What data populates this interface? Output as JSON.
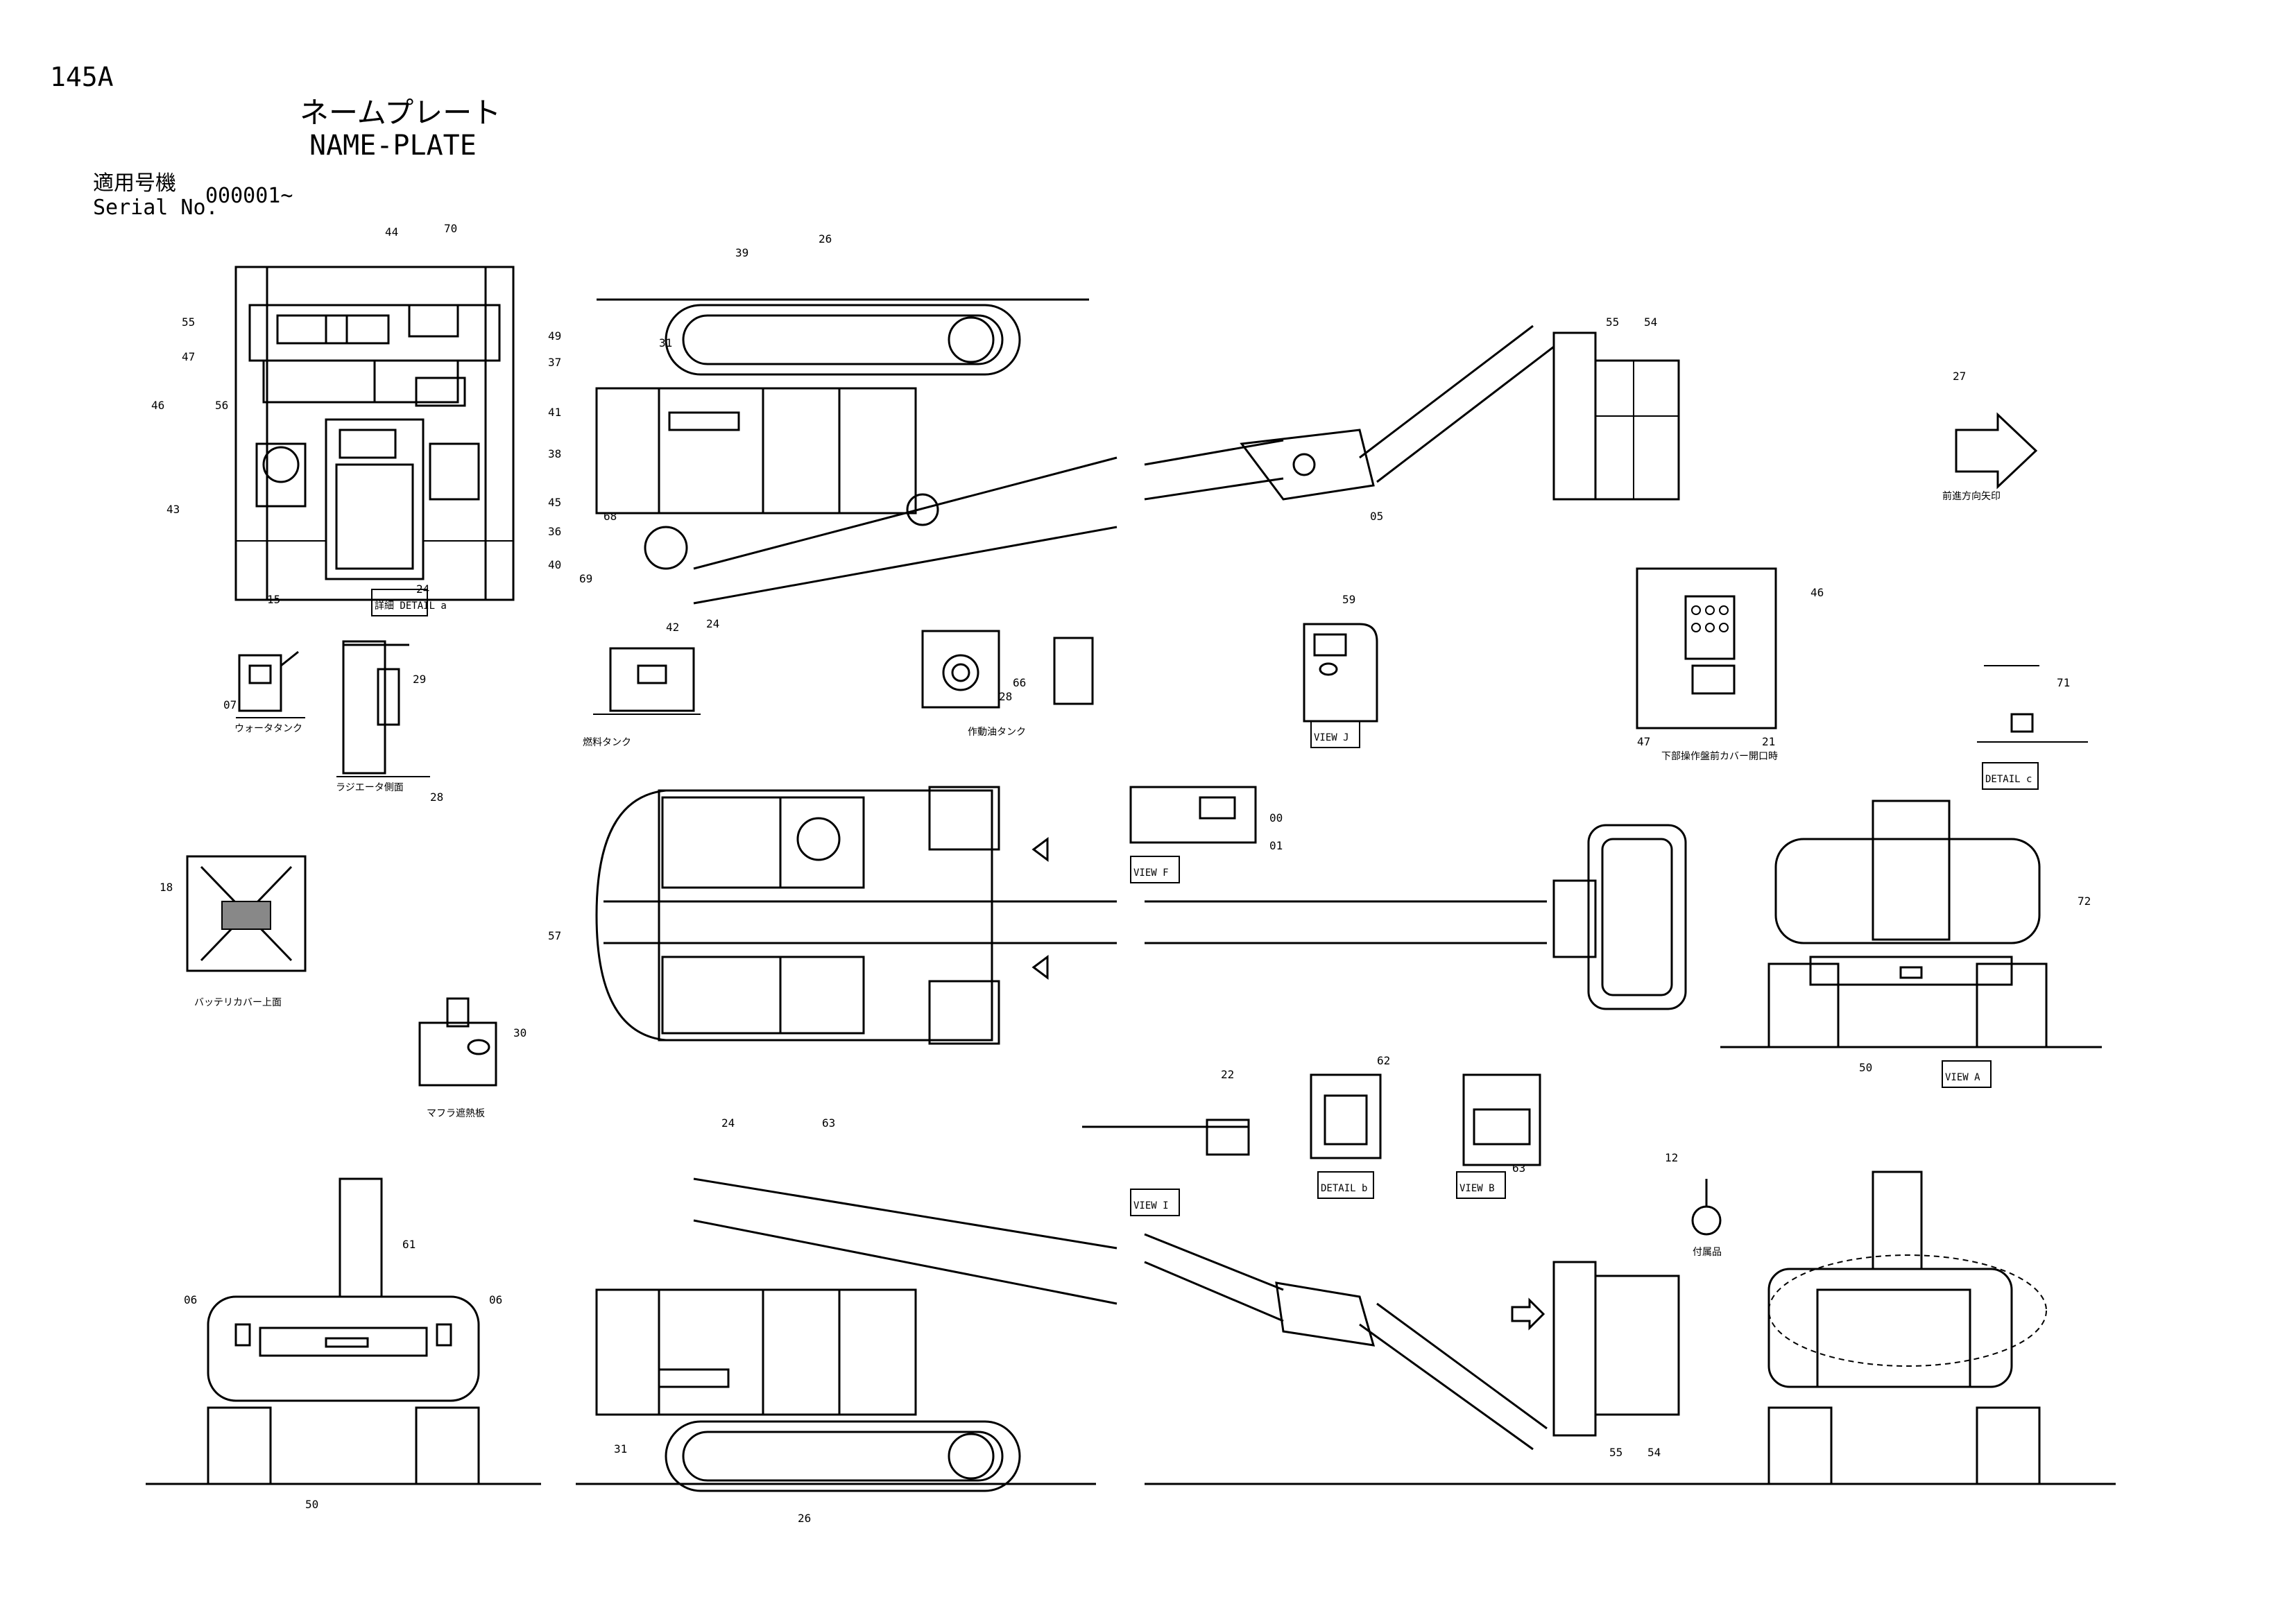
{
  "header": {
    "page_code": "145A",
    "title_jp": "ネームプレート",
    "title_en": "NAME-PLATE",
    "serial_label_jp": "適用号機",
    "serial_label_en": "Serial No.",
    "serial_value": "000001~"
  },
  "captions": {
    "detail_a": "詳細 DETAIL a",
    "water_tank": "ウォータタンク",
    "radiator_side": "ラジエータ側面",
    "fuel_tank": "燃料タンク",
    "hydraulic_tank": "作動油タンク",
    "battery_cover": "バッテリカバー上面",
    "muffler": "マフラ遮熱板",
    "lower_cover": "下部操作盤前カバー開口時",
    "forward_arrow": "前進方向矢印",
    "view_j": "VIEW J",
    "view_f": "VIEW F",
    "view_i": "VIEW I",
    "view_b": "VIEW B",
    "view_a": "VIEW A",
    "detail_b": "DETAIL b",
    "detail_c": "DETAIL c",
    "accessory": "付属品"
  },
  "callouts": [
    {
      "id": "c70",
      "label": "70"
    },
    {
      "id": "c44",
      "label": "44"
    },
    {
      "id": "c55a",
      "label": "55"
    },
    {
      "id": "c47a",
      "label": "47"
    },
    {
      "id": "c46a",
      "label": "46"
    },
    {
      "id": "c56",
      "label": "56"
    },
    {
      "id": "c49",
      "label": "49"
    },
    {
      "id": "c37",
      "label": "37"
    },
    {
      "id": "c41",
      "label": "41"
    },
    {
      "id": "c38",
      "label": "38"
    },
    {
      "id": "c45",
      "label": "45"
    },
    {
      "id": "c36",
      "label": "36"
    },
    {
      "id": "c40",
      "label": "40"
    },
    {
      "id": "c69",
      "label": "69"
    },
    {
      "id": "c24a",
      "label": "24"
    },
    {
      "id": "c43",
      "label": "43"
    },
    {
      "id": "c15",
      "label": "15"
    },
    {
      "id": "c39",
      "label": "39"
    },
    {
      "id": "c26a",
      "label": "26"
    },
    {
      "id": "c31a",
      "label": "31"
    },
    {
      "id": "c68",
      "label": "68"
    },
    {
      "id": "c24b",
      "label": "24"
    },
    {
      "id": "c55b",
      "label": "55"
    },
    {
      "id": "c54a",
      "label": "54"
    },
    {
      "id": "c05",
      "label": "05"
    },
    {
      "id": "c27",
      "label": "27"
    },
    {
      "id": "c07",
      "label": "07"
    },
    {
      "id": "c29",
      "label": "29"
    },
    {
      "id": "c28a",
      "label": "28"
    },
    {
      "id": "c42",
      "label": "42"
    },
    {
      "id": "c28b",
      "label": "28"
    },
    {
      "id": "c66",
      "label": "66"
    },
    {
      "id": "c59",
      "label": "59"
    },
    {
      "id": "c46b",
      "label": "46"
    },
    {
      "id": "c47b",
      "label": "47"
    },
    {
      "id": "c21",
      "label": "21"
    },
    {
      "id": "c71",
      "label": "71"
    },
    {
      "id": "c18",
      "label": "18"
    },
    {
      "id": "c57",
      "label": "57"
    },
    {
      "id": "c00",
      "label": "00"
    },
    {
      "id": "c01",
      "label": "01"
    },
    {
      "id": "c72",
      "label": "72"
    },
    {
      "id": "c50a",
      "label": "50"
    },
    {
      "id": "c30",
      "label": "30"
    },
    {
      "id": "c22",
      "label": "22"
    },
    {
      "id": "c62",
      "label": "62"
    },
    {
      "id": "c63a",
      "label": "63"
    },
    {
      "id": "c12",
      "label": "12"
    },
    {
      "id": "c24c",
      "label": "24"
    },
    {
      "id": "c63b",
      "label": "63"
    },
    {
      "id": "c06a",
      "label": "06"
    },
    {
      "id": "c61",
      "label": "61"
    },
    {
      "id": "c06b",
      "label": "06"
    },
    {
      "id": "c50b",
      "label": "50"
    },
    {
      "id": "c31b",
      "label": "31"
    },
    {
      "id": "c26b",
      "label": "26"
    },
    {
      "id": "c55c",
      "label": "55"
    },
    {
      "id": "c54b",
      "label": "54"
    }
  ]
}
